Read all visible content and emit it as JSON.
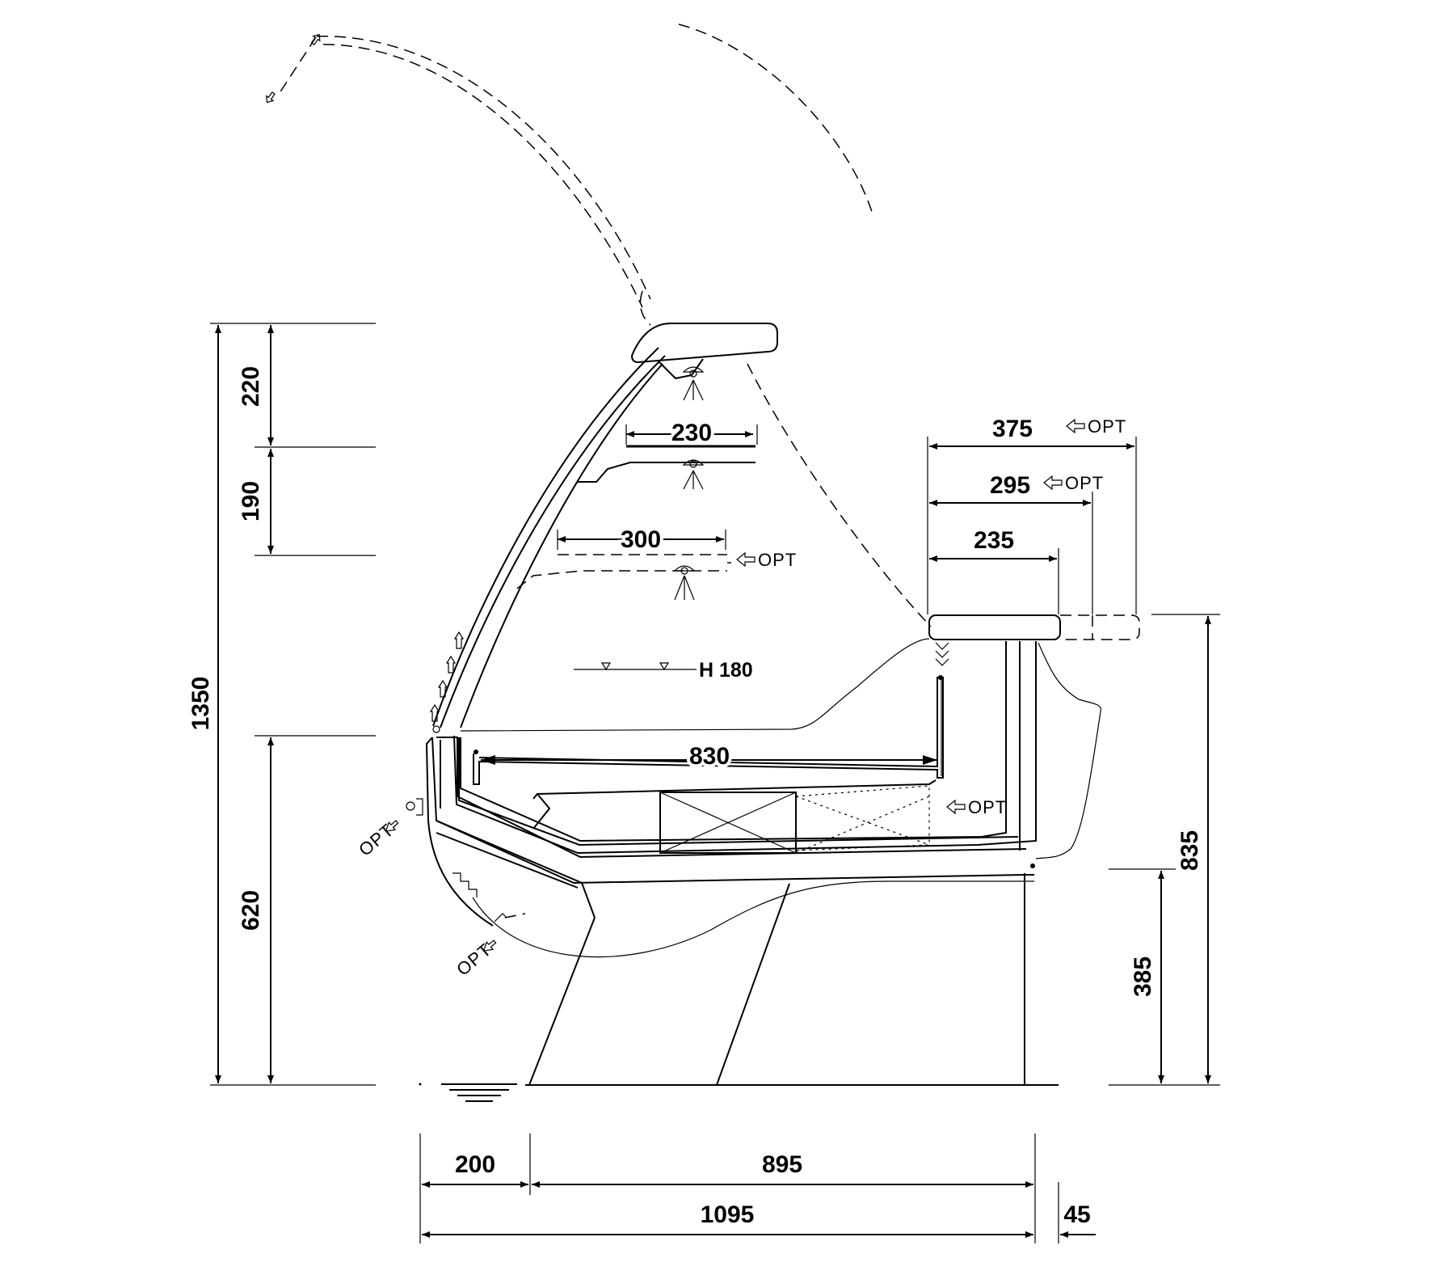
{
  "drawing": {
    "dimensions": {
      "total_height": "1350",
      "canopy_height": "220",
      "shelf_gap": "190",
      "counter_height": "620",
      "rear_height": "835",
      "base_height": "385",
      "shelf_1_depth": "230",
      "shelf_2_depth": "300",
      "display_depth": "830",
      "product_height": "H 180",
      "worktop_375": "375",
      "worktop_295": "295",
      "worktop_235": "235",
      "front_200": "200",
      "body_895": "895",
      "total_depth": "1095",
      "rear_45": "45"
    },
    "labels": {
      "opt": "OPT"
    }
  }
}
